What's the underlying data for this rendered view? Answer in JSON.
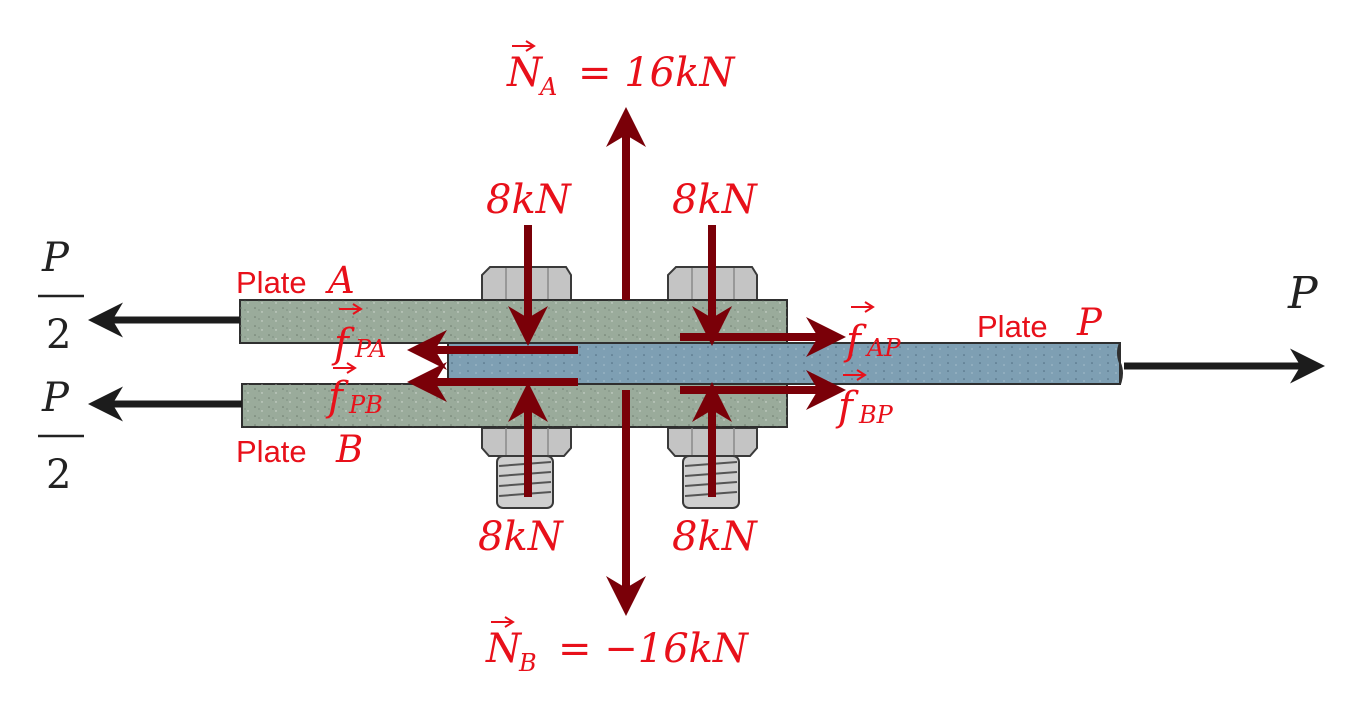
{
  "labels": {
    "na_sym": "N",
    "na_sub": "A",
    "na_val": "= 16kN",
    "nb_sym": "N",
    "nb_sub": "B",
    "nb_val": "= −16kN",
    "bolt_top_left": "8kN",
    "bolt_top_right": "8kN",
    "bolt_bottom_left": "8kN",
    "bolt_bottom_right": "8kN",
    "plate_a_word": "Plate",
    "plate_a_letter": "A",
    "plate_b_word": "Plate",
    "plate_b_letter": "B",
    "plate_p_word": "Plate",
    "plate_p_letter": "P",
    "f_sym": "f",
    "f_pa_sub": "PA",
    "f_pb_sub": "PB",
    "f_ap_sub": "AP",
    "f_bp_sub": "BP",
    "load_half_num_top": "P",
    "load_half_den_top": "2",
    "load_half_num_bottom": "P",
    "load_half_den_bottom": "2",
    "load_p": "P"
  },
  "colors": {
    "force_arrow": "#7a0008",
    "label_red": "#e8101a",
    "load_arrow": "#1c1c1c",
    "outer_plates": "#9aab9b",
    "middle_plate": "#7e9fb3",
    "bolt_metal": "#c4c4c4"
  }
}
